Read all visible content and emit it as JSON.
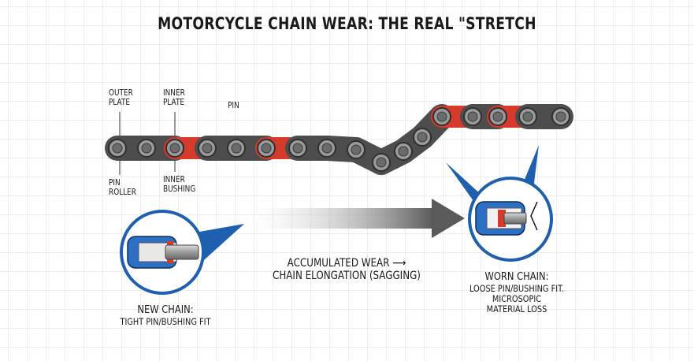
{
  "title": "MOTORCYCLE CHAIN WEAR: THE REAL \"STRETCH",
  "labels": {
    "outer_plate": [
      "OUTER",
      "PLATE"
    ],
    "inner_plate": [
      "INNER",
      "PLATE"
    ],
    "pin": "PIN",
    "pin_roller": [
      "PIN",
      "ROLLER"
    ],
    "inner_bushing": [
      "INNER",
      "BUSHING"
    ]
  },
  "middle": {
    "line1": "ACCUMULATED WEAR",
    "arrow": "⟶",
    "line2": "CHAIN ELONGATION (SAGGING)"
  },
  "new_chain": {
    "heading": "NEW CHAIN:",
    "detail": "TIGHT PIN/BUSHING FIT"
  },
  "worn_chain": {
    "heading": "WORN CHAIN:",
    "detail1": "LOOSE PIN/BUSHING FIT.",
    "detail2": "MICROSOPIC",
    "detail3": "MATERIAL LOSS"
  },
  "colors": {
    "plate": "#4d4d4d",
    "inner_link": "#d63a2a",
    "roller_outer": "#9a9a9a",
    "roller_inner": "#6b6b6b",
    "callout_blue": "#1f5fb0",
    "steel": "#b8b8b8"
  }
}
